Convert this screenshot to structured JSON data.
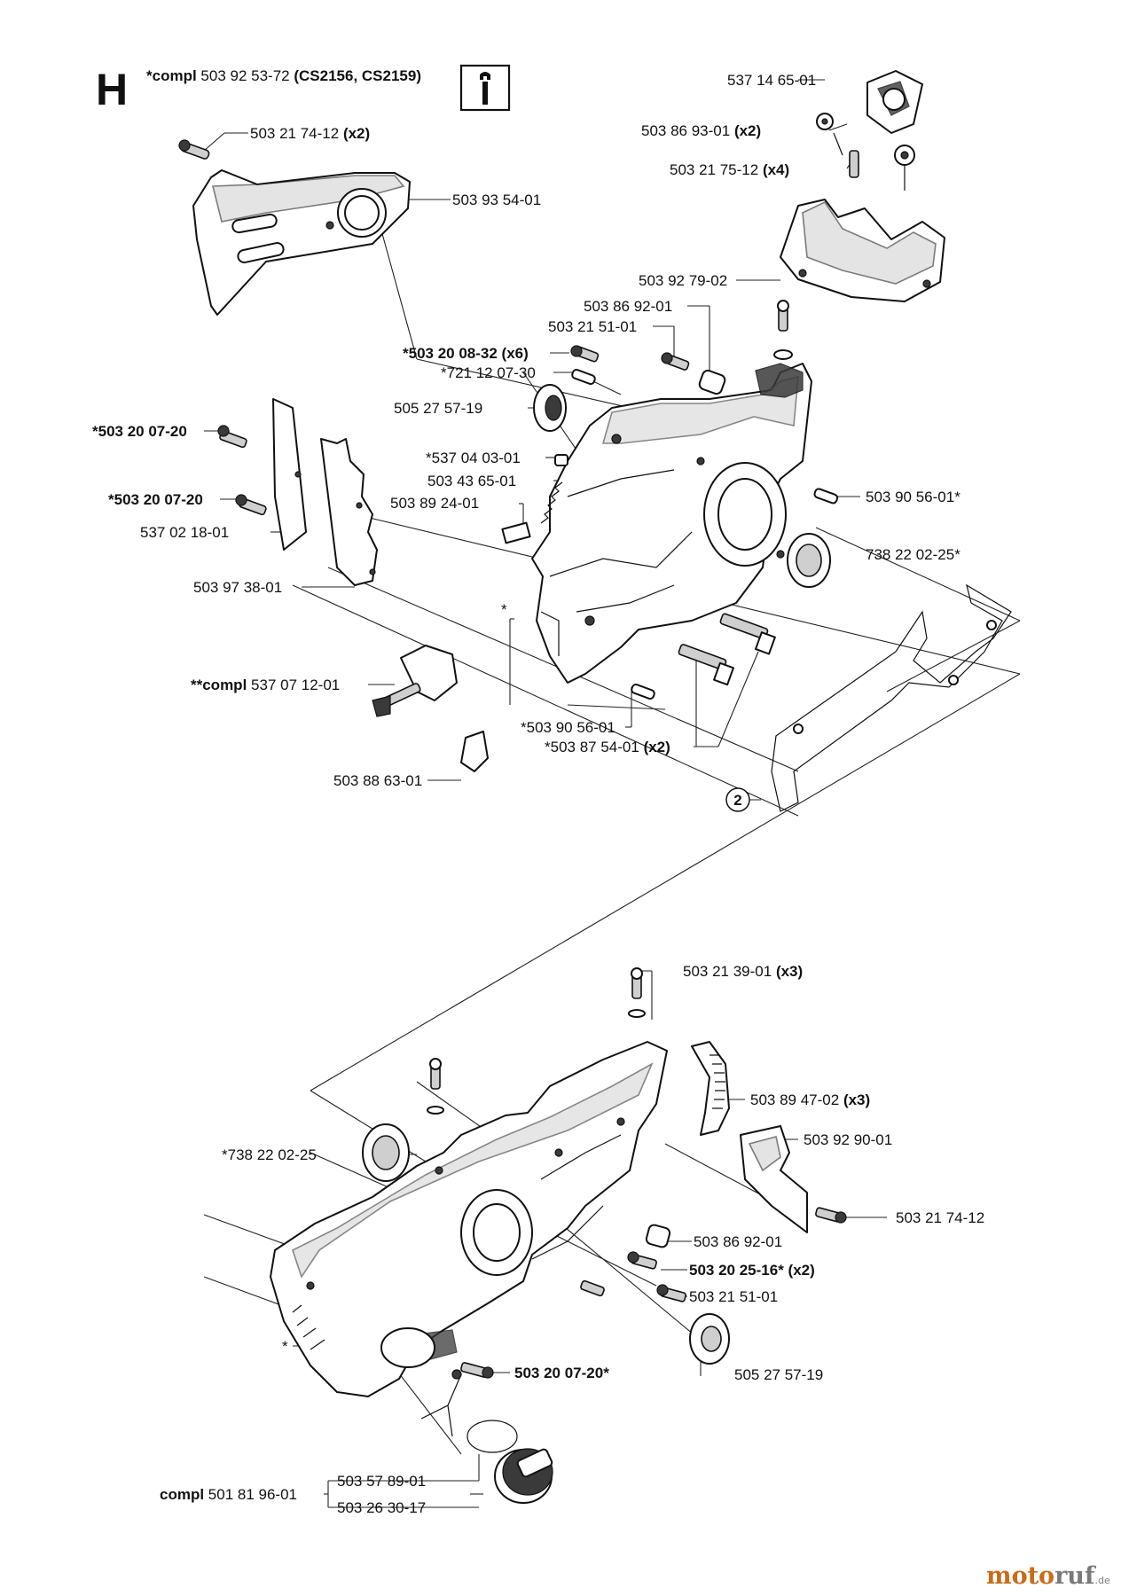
{
  "section_letter": "H",
  "header": {
    "prefix": "*compl",
    "part_no": "503 92 53-72",
    "models": "(CS2156, CS2159)"
  },
  "callout_number": "2",
  "labels": {
    "l01": {
      "pre": "",
      "text": "537 14 65-01",
      "suffix": ""
    },
    "l02": {
      "pre": "",
      "text": "503 86 93-01",
      "suffix": "(x2)"
    },
    "l03": {
      "pre": "",
      "text": "503 21 75-12",
      "suffix": "(x4)"
    },
    "l04": {
      "pre": "",
      "text": "503 21 74-12",
      "suffix": "(x2)"
    },
    "l05": {
      "pre": "",
      "text": "503 93 54-01",
      "suffix": ""
    },
    "l06": {
      "pre": "",
      "text": "503 92 79-02",
      "suffix": ""
    },
    "l07": {
      "pre": "",
      "text": "503 86 92-01",
      "suffix": ""
    },
    "l08": {
      "pre": "",
      "text": "503 21 51-01",
      "suffix": ""
    },
    "l09": {
      "pre": "",
      "text": "*503 20 08-32 (x6)",
      "suffix": ""
    },
    "l10": {
      "pre": "",
      "text": "*721 12 07-30",
      "suffix": ""
    },
    "l11": {
      "pre": "",
      "text": "505 27 57-19",
      "suffix": ""
    },
    "l12": {
      "pre": "",
      "text": "*503 20 07-20",
      "suffix": ""
    },
    "l13": {
      "pre": "",
      "text": "*537 04 03-01",
      "suffix": ""
    },
    "l14": {
      "pre": "",
      "text": "503 43 65-01",
      "suffix": ""
    },
    "l15": {
      "pre": "",
      "text": "*503 20 07-20",
      "suffix": ""
    },
    "l16": {
      "pre": "",
      "text": "503 89 24-01",
      "suffix": ""
    },
    "l17": {
      "pre": "",
      "text": "537 02 18-01",
      "suffix": ""
    },
    "l18": {
      "pre": "",
      "text": "503 90 56-01*",
      "suffix": ""
    },
    "l19": {
      "pre": "",
      "text": "738 22 02-25*",
      "suffix": ""
    },
    "l20": {
      "pre": "",
      "text": "503 97 38-01",
      "suffix": ""
    },
    "l21": {
      "pre": "",
      "text": "*",
      "suffix": ""
    },
    "l22": {
      "pre": "**compl",
      "text": "537 07 12-01",
      "suffix": ""
    },
    "l23": {
      "pre": "",
      "text": "*503 90 56-01",
      "suffix": ""
    },
    "l24": {
      "pre": "",
      "text": "*503 87 54-01",
      "suffix": "(x2)"
    },
    "l25": {
      "pre": "",
      "text": "503 88 63-01",
      "suffix": ""
    },
    "l26": {
      "pre": "",
      "text": "503 21 39-01",
      "suffix": "(x3)"
    },
    "l27": {
      "pre": "",
      "text": "503 89 47-02",
      "suffix": "(x3)"
    },
    "l28": {
      "pre": "",
      "text": "503 92 90-01",
      "suffix": ""
    },
    "l29": {
      "pre": "",
      "text": "*738 22 02-25",
      "suffix": ""
    },
    "l30": {
      "pre": "",
      "text": "503 21 74-12",
      "suffix": ""
    },
    "l31": {
      "pre": "",
      "text": "503 86 92-01",
      "suffix": ""
    },
    "l32": {
      "pre": "",
      "text": "503 20 25-16* (x2)",
      "suffix": ""
    },
    "l33": {
      "pre": "",
      "text": "503 21 51-01",
      "suffix": ""
    },
    "l34": {
      "pre": "",
      "text": "*",
      "suffix": ""
    },
    "l35": {
      "pre": "",
      "text": "503 20 07-20*",
      "suffix": ""
    },
    "l36": {
      "pre": "",
      "text": "505 27 57-19",
      "suffix": ""
    },
    "l37": {
      "pre": "",
      "text": "503 57 89-01",
      "suffix": ""
    },
    "l38": {
      "pre": "compl",
      "text": "501 81 96-01",
      "suffix": ""
    },
    "l39": {
      "pre": "",
      "text": "503 26 30-17",
      "suffix": ""
    }
  },
  "watermark": {
    "part1": "moto",
    "part2": "ruf",
    "tld": ".de"
  },
  "icons": {
    "info": "wrench-info-icon"
  }
}
